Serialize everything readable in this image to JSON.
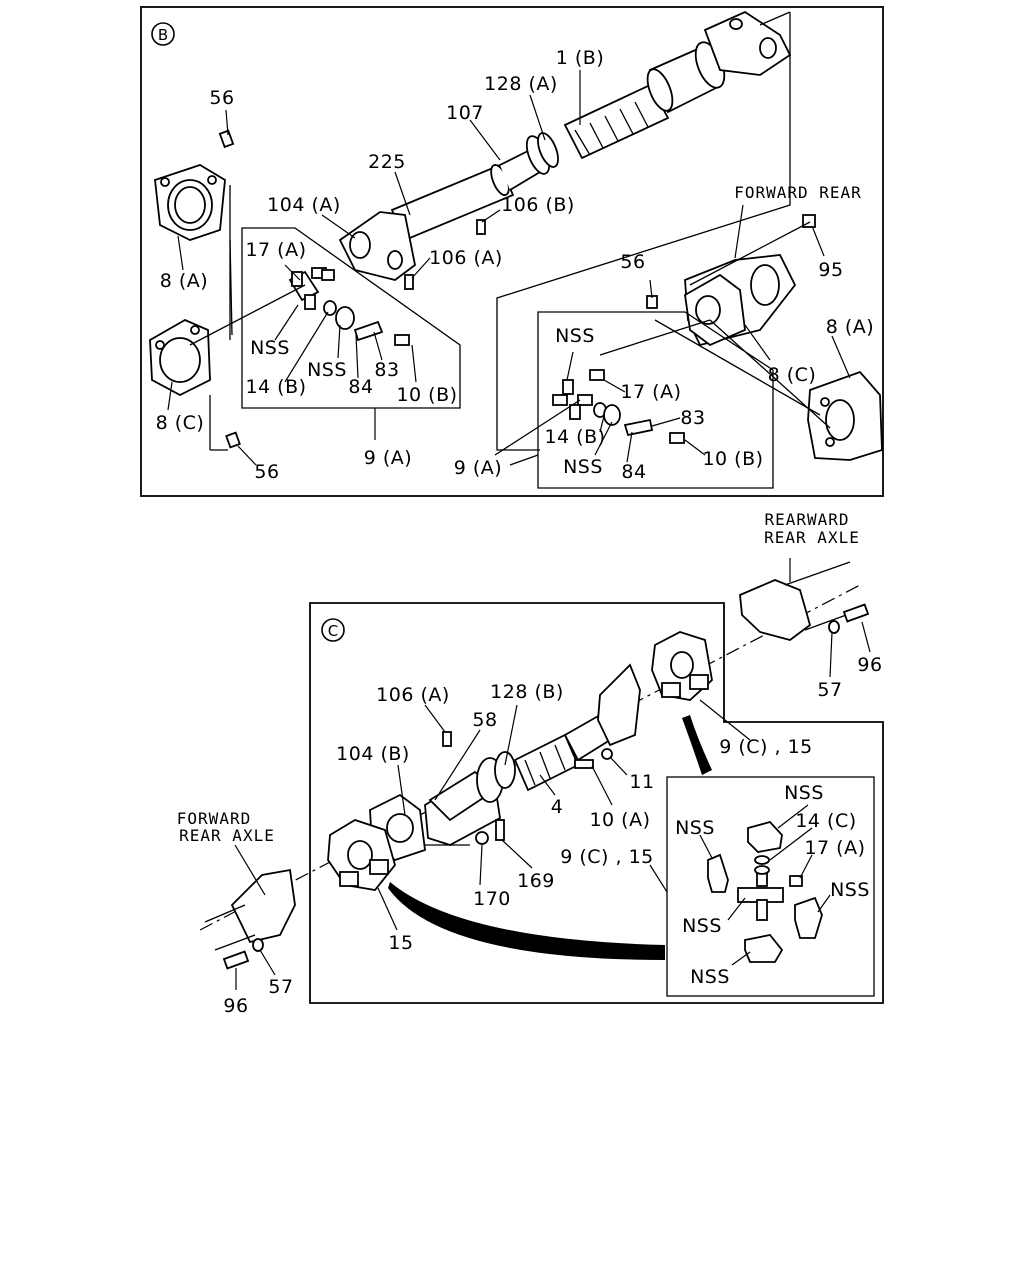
{
  "sections": {
    "b": {
      "marker": "B",
      "labels": {
        "l56_top": "56",
        "l1b": "1 (B)",
        "l128a": "128 (A)",
        "l107": "107",
        "l225": "225",
        "l104a": "104 (A)",
        "l106b": "106 (B)",
        "l106a": "106 (A)",
        "l17a_left": "17 (A)",
        "l8a_left": "8 (A)",
        "lnss_left1": "NSS",
        "lnss_left2": "NSS",
        "l14b_left": "14 (B)",
        "l84_left": "84",
        "l83_left": "83",
        "l10b_left": "10 (B)",
        "l8c_left": "8 (C)",
        "l56_bottom": "56",
        "l9a_left": "9 (A)",
        "l56_right": "56",
        "l95": "95",
        "l8a_right": "8 (A)",
        "l8c_right": "8 (C)",
        "lnss_right1": "NSS",
        "l17a_right": "17 (A)",
        "l83_right": "83",
        "l14b_right": "14 (B)",
        "lnss_right2": "NSS",
        "l84_right": "84",
        "l10b_right": "10 (B)",
        "l9a_right": "9 (A)"
      },
      "caption_forward_rear": "FORWARD REAR"
    },
    "c": {
      "marker": "C",
      "labels": {
        "l106a": "106 (A)",
        "l128b": "128 (B)",
        "l58": "58",
        "l104b": "104 (B)",
        "l4": "4",
        "l11": "11",
        "l10a": "10 (A)",
        "l9c15_mid": "9 (C) , 15",
        "l9c15_top": "9 (C) , 15",
        "l170": "170",
        "l169": "169",
        "l15": "15",
        "l57_left": "57",
        "l96_left": "96",
        "l57_right": "57",
        "l96_right": "96",
        "lnss1": "NSS",
        "lnss2": "NSS",
        "l14c": "14 (C)",
        "l17a": "17 (A)",
        "lnss3": "NSS",
        "lnss4": "NSS",
        "lnss5": "NSS"
      },
      "caption_rearward_1": "REARWARD",
      "caption_rearward_2": "REAR AXLE",
      "caption_forward_1": "FORWARD",
      "caption_forward_2": "REAR AXLE"
    }
  }
}
